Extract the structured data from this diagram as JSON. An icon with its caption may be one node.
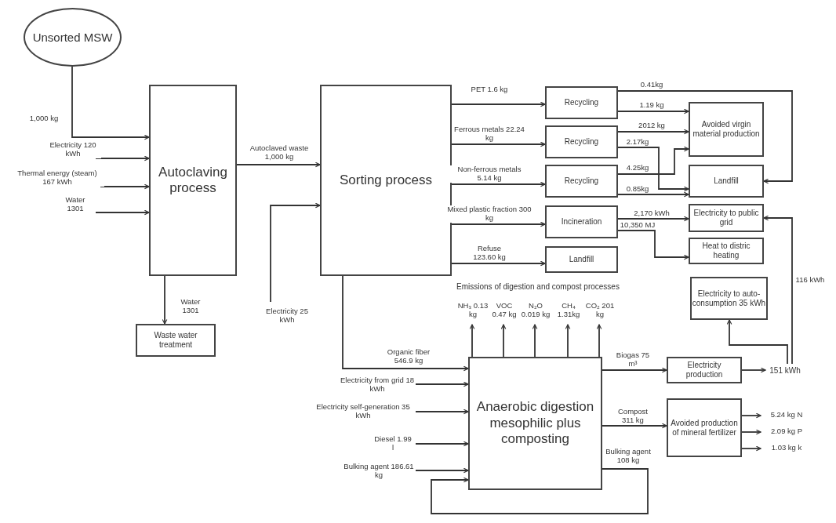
{
  "diagram": {
    "nodes": [
      {
        "text": [
          "Unsorted MSW"
        ]
      },
      {
        "text": [
          "Autoclaving process"
        ]
      },
      {
        "text": [
          "Waste water treatment"
        ]
      },
      {
        "text": [
          "Sorting process"
        ]
      },
      {
        "text": [
          "Recycling"
        ]
      },
      {
        "text": [
          "Recycling"
        ]
      },
      {
        "text": [
          "Recycling"
        ]
      },
      {
        "text": [
          "Incineration"
        ]
      },
      {
        "text": [
          "Landfill"
        ]
      },
      {
        "text": [
          "Avoided virgin material production"
        ]
      },
      {
        "text": [
          "Landfill"
        ]
      },
      {
        "text": [
          "Electricity to public grid"
        ]
      },
      {
        "text": [
          "Heat to distric heating"
        ]
      },
      {
        "text": [
          "Electricity to auto-consumption 35 kWh"
        ]
      },
      {
        "text": [
          "Anaerobic digestion mesophilic plus composting"
        ]
      },
      {
        "text": [
          "Electricity production"
        ]
      },
      {
        "text": [
          "Avoided production of mineral fertilizer"
        ]
      },
      {
        "text": [
          "151 kWh"
        ]
      }
    ],
    "edges": [
      {
        "from": 0,
        "to": 1,
        "arrow": "to",
        "label": "1,000 kg"
      },
      {
        "from": null,
        "to": 1,
        "arrow": "to",
        "label": "Electricity 120 kWh"
      },
      {
        "from": null,
        "to": 1,
        "arrow": "to",
        "label": "Thermal energy (steam) 167 kWh"
      },
      {
        "from": null,
        "to": 1,
        "arrow": "to",
        "label": "Water 1301"
      },
      {
        "from": 1,
        "to": 3,
        "arrow": "to",
        "label": "Autoclaved waste 1,000 kg"
      },
      {
        "from": 1,
        "to": 2,
        "arrow": "to",
        "label": "Water 1301"
      },
      {
        "from": null,
        "to": 3,
        "arrow": "to",
        "label": "Electricity 25 kWh"
      },
      {
        "from": 3,
        "to": 4,
        "arrow": "to",
        "label": "PET 1.6 kg"
      },
      {
        "from": 3,
        "to": 5,
        "arrow": "to",
        "label": "Ferrous metals 22.24 kg"
      },
      {
        "from": 3,
        "to": 6,
        "arrow": "to",
        "label": "Non-ferrous metals 5.14 kg"
      },
      {
        "from": 3,
        "to": 7,
        "arrow": "to",
        "label": "Mixed plastic fraction 300 kg"
      },
      {
        "from": 3,
        "to": 8,
        "arrow": "to",
        "label": "Refuse 123.60 kg"
      },
      {
        "from": 3,
        "to": 14,
        "arrow": "to",
        "label": "Organic fiber 546.9 kg"
      },
      {
        "from": 4,
        "to": 10,
        "arrow": "to",
        "label": "0.41kg"
      },
      {
        "from": 4,
        "to": 9,
        "arrow": "to",
        "label": "1.19 kg"
      },
      {
        "from": 5,
        "to": 9,
        "arrow": "to",
        "label": "2012 kg"
      },
      {
        "from": 5,
        "to": 10,
        "arrow": "to",
        "label": "2.17kg"
      },
      {
        "from": 6,
        "to": 9,
        "arrow": "to",
        "label": "4.25kg"
      },
      {
        "from": 6,
        "to": 10,
        "arrow": "to",
        "label": "0.85kg"
      },
      {
        "from": 7,
        "to": 11,
        "arrow": "to",
        "label": "2,170 kWh"
      },
      {
        "from": 7,
        "to": 12,
        "arrow": "to",
        "label": "10,350 MJ"
      },
      {
        "from": null,
        "to": 14,
        "arrow": "to",
        "label": "Electricity from grid 18 kWh"
      },
      {
        "from": null,
        "to": 14,
        "arrow": "to",
        "label": "Electricity self-generation 35 kWh"
      },
      {
        "from": null,
        "to": 14,
        "arrow": "to",
        "label": "Diesel 1.99 l"
      },
      {
        "from": null,
        "to": 14,
        "arrow": "to",
        "label": "Bulking agent 186.61 kg"
      },
      {
        "from": 14,
        "to": null,
        "arrow": "to",
        "label": "NH₃ 0.13 kg"
      },
      {
        "from": 14,
        "to": null,
        "arrow": "to",
        "label": "VOC 0.47 kg"
      },
      {
        "from": 14,
        "to": null,
        "arrow": "to",
        "label": "N₂O 0.019 kg"
      },
      {
        "from": 14,
        "to": null,
        "arrow": "to",
        "label": "CH₄ 1.31kg"
      },
      {
        "from": 14,
        "to": null,
        "arrow": "to",
        "label": "CO₂ 201 kg"
      },
      {
        "from": 14,
        "to": 15,
        "arrow": "to",
        "label": "Biogas 75 m³"
      },
      {
        "from": 14,
        "to": 16,
        "arrow": "to",
        "label": "Compost 311 kg"
      },
      {
        "from": 14,
        "to": 14,
        "arrow": "to",
        "label": "Bulking agent 108 kg"
      },
      {
        "from": 15,
        "to": 17,
        "arrow": "to"
      },
      {
        "from": 17,
        "to": 11,
        "arrow": "to",
        "label": "116 kWh"
      },
      {
        "from": 17,
        "to": 13,
        "arrow": "to"
      },
      {
        "from": 16,
        "to": null,
        "arrow": "to",
        "label": "5.24 kg N"
      },
      {
        "from": 16,
        "to": null,
        "arrow": "to",
        "label": "2.09 kg P"
      },
      {
        "from": 16,
        "to": null,
        "arrow": "to",
        "label": "1.03 kg k"
      }
    ],
    "labels": [
      "Emissions of digestion and compost processes"
    ]
  }
}
